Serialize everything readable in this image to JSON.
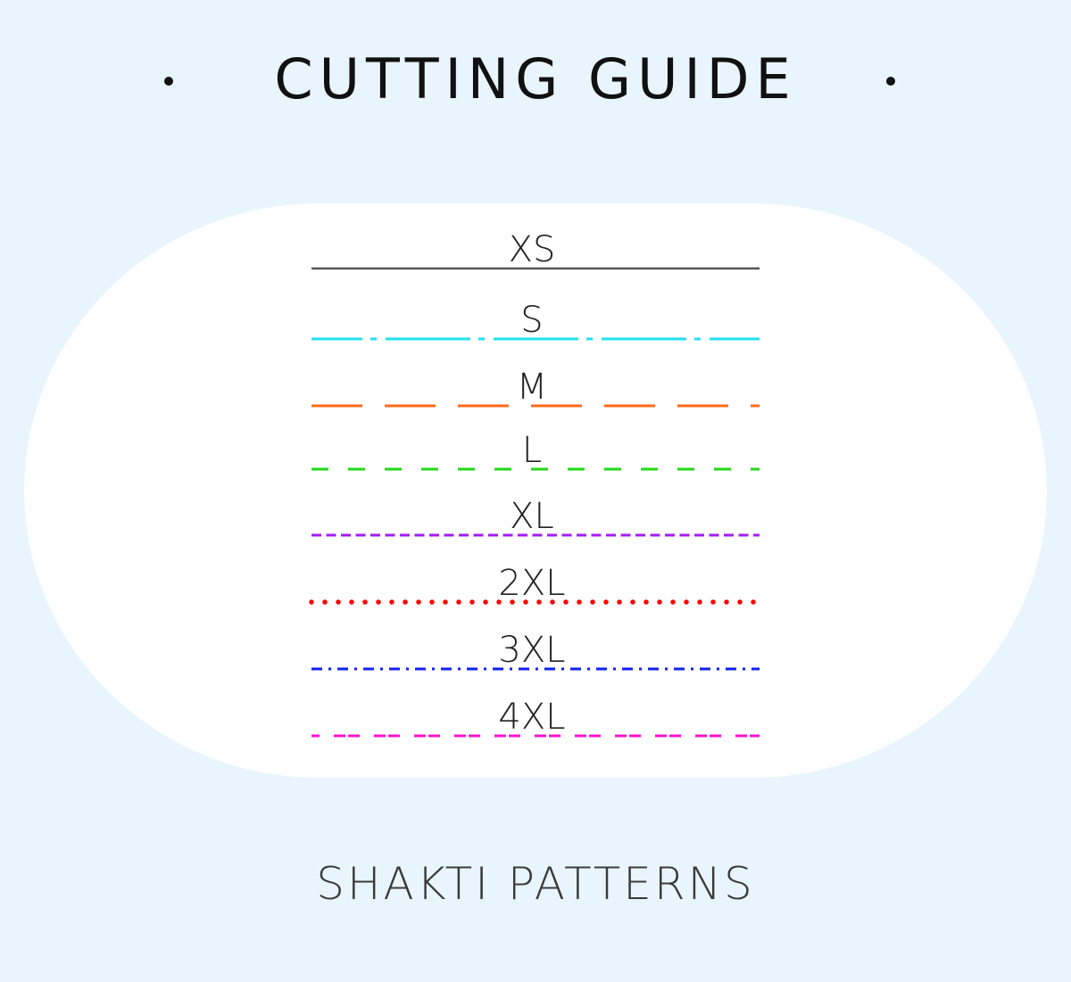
{
  "title": "CUTTING GUIDE",
  "footer": "SHAKTI PATTERNS",
  "sizes": [
    {
      "label": "XS",
      "color": "#555555",
      "style": "solid"
    },
    {
      "label": "S",
      "color": "#22e0f0",
      "style": "dash-dot-long"
    },
    {
      "label": "M",
      "color": "#ff6a1a",
      "style": "long-dash"
    },
    {
      "label": "L",
      "color": "#22d81a",
      "style": "dash"
    },
    {
      "label": "XL",
      "color": "#a31cf5",
      "style": "short-dash"
    },
    {
      "label": "2XL",
      "color": "#ff0000",
      "style": "dotted"
    },
    {
      "label": "3XL",
      "color": "#1020f0",
      "style": "dash-dot"
    },
    {
      "label": "4XL",
      "color": "#ff10d0",
      "style": "double-dash"
    }
  ]
}
